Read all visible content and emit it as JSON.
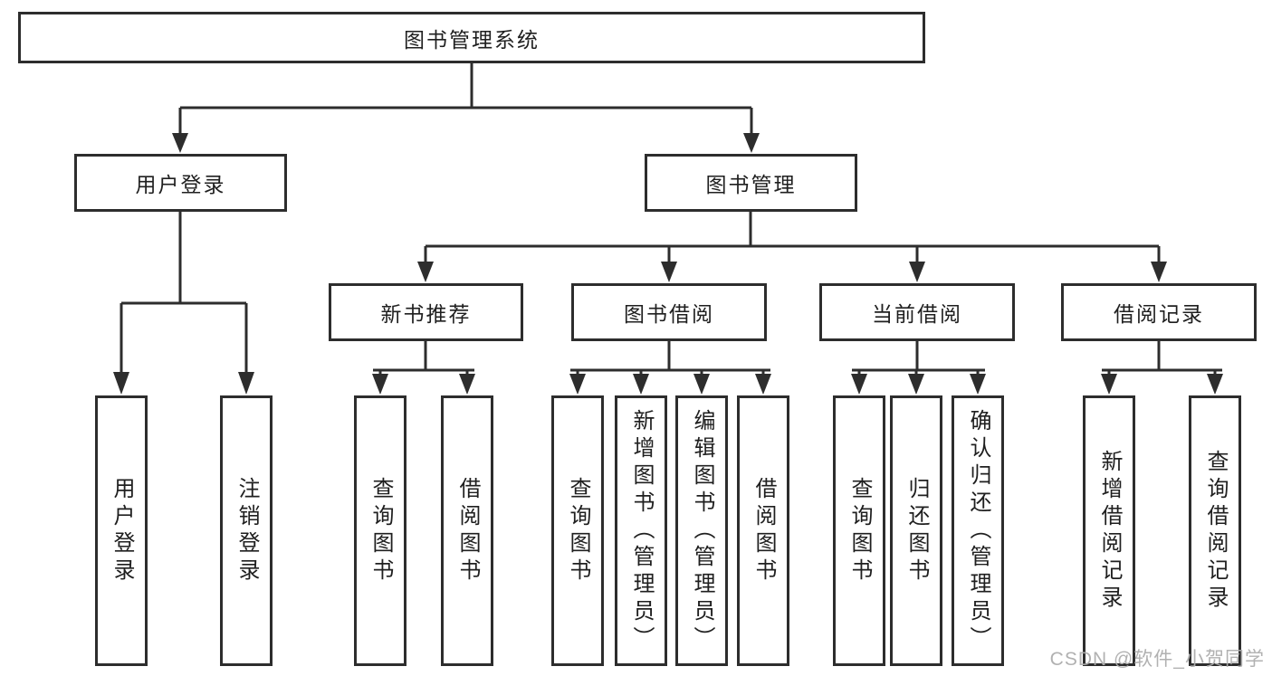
{
  "diagram": {
    "root": "图书管理系统",
    "level2": [
      "用户登录",
      "图书管理"
    ],
    "level3": [
      "新书推荐",
      "图书借阅",
      "当前借阅",
      "借阅记录"
    ],
    "leaves_user_login": [
      "用户登录",
      "注销登录"
    ],
    "leaves_new_books": [
      "查询图书",
      "借阅图书"
    ],
    "leaves_book_borrow": [
      "查询图书",
      "新增图书（管理员）",
      "编辑图书（管理员）",
      "借阅图书"
    ],
    "leaves_current_borrow": [
      "查询图书",
      "归还图书",
      "确认归还（管理员）"
    ],
    "leaves_borrow_records": [
      "新增借阅记录",
      "查询借阅记录"
    ]
  },
  "watermark": "CSDN @软件_小贺同学",
  "colors": {
    "line": "#2d2d2d",
    "text": "#1f1f1f",
    "watermark": "#adadad",
    "background": "#ffffff"
  }
}
